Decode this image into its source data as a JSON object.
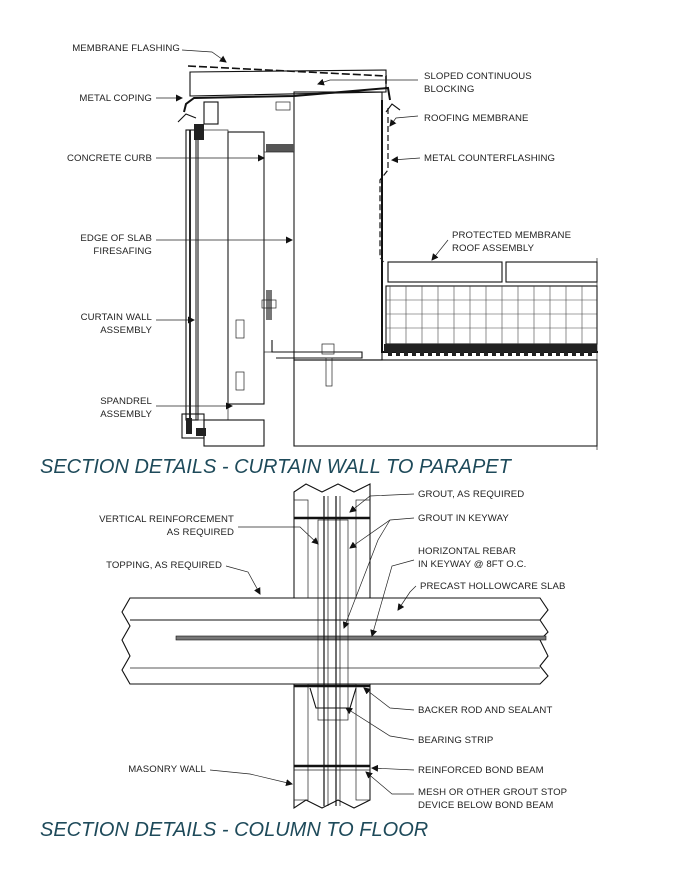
{
  "titles": {
    "top": "SECTION DETAILS - CURTAIN WALL TO PARAPET",
    "bottom": "SECTION DETAILS - COLUMN TO FLOOR"
  },
  "colors": {
    "title": "#1e4a5a",
    "line": "#111111"
  },
  "top_labels": {
    "membrane_flashing": "MEMBRANE FLASHING",
    "metal_coping": "METAL COPING",
    "concrete_curb": "CONCRETE CURB",
    "edge_of_slab_1": "EDGE OF SLAB",
    "edge_of_slab_2": "FIRESAFING",
    "curtain_wall_1": "CURTAIN WALL",
    "curtain_wall_2": "ASSEMBLY",
    "spandrel_1": "SPANDREL",
    "spandrel_2": "ASSEMBLY",
    "sloped_blocking_1": "SLOPED CONTINUOUS",
    "sloped_blocking_2": "BLOCKING",
    "roofing_membrane": "ROOFING MEMBRANE",
    "metal_counterflashing": "METAL COUNTERFLASHING",
    "protected_membrane_1": "PROTECTED MEMBRANE",
    "protected_membrane_2": "ROOF ASSEMBLY"
  },
  "bottom_labels": {
    "vertical_reinforcement_1": "VERTICAL REINFORCEMENT",
    "vertical_reinforcement_2": "AS REQUIRED",
    "topping": "TOPPING, AS REQUIRED",
    "masonry_wall": "MASONRY WALL",
    "grout_as_required": "GROUT, AS REQUIRED",
    "grout_in_keyway": "GROUT IN KEYWAY",
    "horizontal_rebar_1": "HORIZONTAL REBAR",
    "horizontal_rebar_2": "IN KEYWAY @ 8FT O.C.",
    "precast_slab": "PRECAST HOLLOWCARE SLAB",
    "backer_rod": "BACKER ROD AND SEALANT",
    "bearing_strip": "BEARING STRIP",
    "bond_beam": "REINFORCED BOND BEAM",
    "mesh_1": "MESH OR OTHER GROUT STOP",
    "mesh_2": "DEVICE BELOW BOND BEAM"
  }
}
